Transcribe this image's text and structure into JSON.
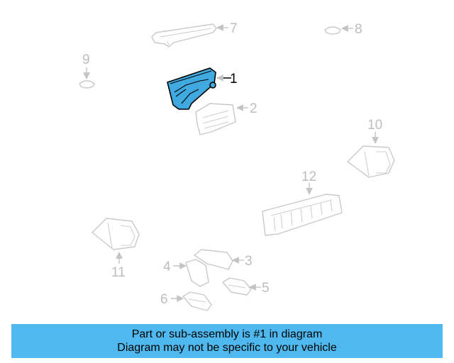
{
  "diagram": {
    "highlighted_part": "1",
    "callouts": [
      "1",
      "2",
      "3",
      "4",
      "5",
      "6",
      "7",
      "8",
      "9",
      "10",
      "11",
      "12"
    ],
    "colors": {
      "highlight": "#3fa9e0",
      "banner": "#4fb8ee",
      "faded": "#c9c9c9"
    }
  },
  "banner": {
    "line1": "Part or sub-assembly is #1 in diagram",
    "line2": "Diagram may not be specific to your vehicle"
  }
}
